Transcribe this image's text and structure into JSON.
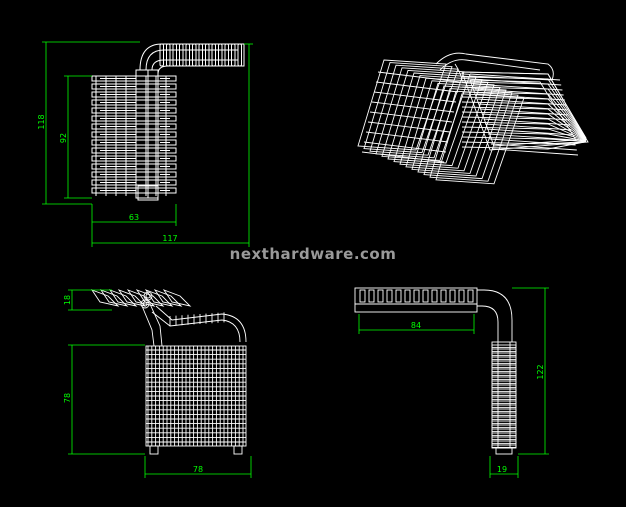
{
  "watermark": "nexthardware.com",
  "colors": {
    "background": "#000000",
    "drawing": "#ffffff",
    "dimension": "#00ff00",
    "watermark": "#9a9a9a"
  },
  "views": {
    "front": {
      "height_total": "118",
      "height_fins": "92",
      "width_fins": "63",
      "width_total": "117"
    },
    "side": {
      "height_top": "18",
      "height_fins": "78",
      "width_fins": "78"
    },
    "right": {
      "width_top": "84",
      "height_total": "122",
      "width_bottom": "19"
    }
  }
}
